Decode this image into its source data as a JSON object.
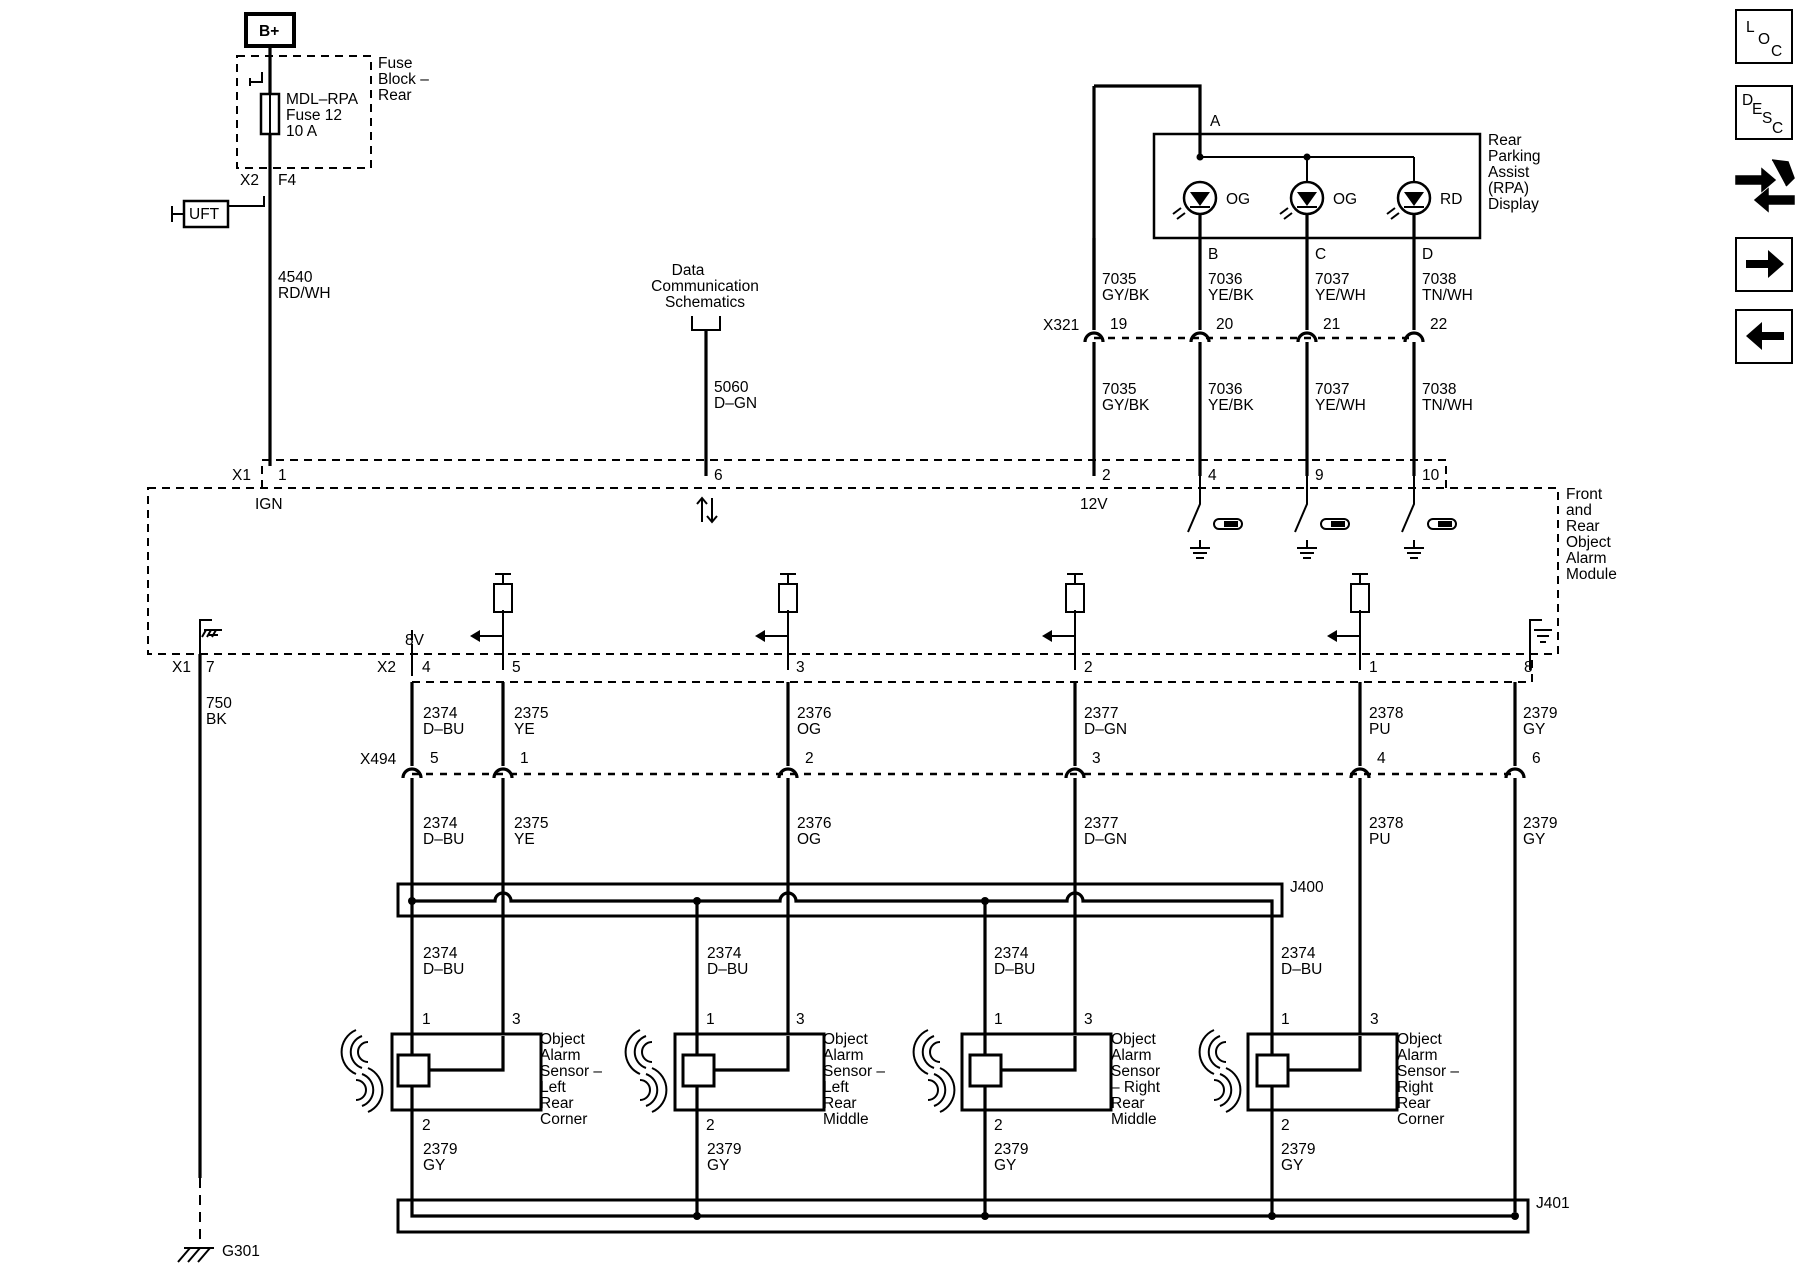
{
  "nav": {
    "loc": [
      "L",
      "O",
      "C"
    ],
    "desc": [
      "D",
      "E",
      "S",
      "C"
    ]
  },
  "power": {
    "bplus": "B+",
    "fuse_block": [
      "Fuse",
      "Block –",
      "Rear"
    ],
    "fuse_label": [
      "MDL–RPA",
      "Fuse 12",
      "10 A"
    ],
    "x2": "X2",
    "f4": "F4",
    "uft": "UFT",
    "wire": [
      "4540",
      "RD/WH"
    ]
  },
  "data_comm": {
    "title": [
      "Data",
      "Communication",
      "Schematics"
    ],
    "wire": [
      "5060",
      "D–GN"
    ]
  },
  "display": {
    "title": [
      "Rear",
      "Parking",
      "Assist",
      "(RPA)",
      "Display"
    ],
    "pin_a": "A",
    "leds": [
      {
        "pin": "B",
        "color": "OG"
      },
      {
        "pin": "C",
        "color": "OG"
      },
      {
        "pin": "D",
        "color": "RD"
      }
    ]
  },
  "x321": {
    "label": "X321",
    "pins": [
      "19",
      "20",
      "21",
      "22"
    ],
    "wires_top": [
      [
        "7035",
        "GY/BK"
      ],
      [
        "7036",
        "YE/BK"
      ],
      [
        "7037",
        "YE/WH"
      ],
      [
        "7038",
        "TN/WH"
      ]
    ],
    "wires_bottom": [
      [
        "7035",
        "GY/BK"
      ],
      [
        "7036",
        "YE/BK"
      ],
      [
        "7037",
        "YE/WH"
      ],
      [
        "7038",
        "TN/WH"
      ]
    ]
  },
  "module": {
    "title": [
      "Front",
      "and",
      "Rear",
      "Object",
      "Alarm",
      "Module"
    ],
    "x1": "X1",
    "x1_pins": [
      "1",
      "6",
      "2",
      "4",
      "9",
      "10"
    ],
    "ign": "IGN",
    "v12": "12V",
    "v8": "8V",
    "x1b": "X1",
    "ground_pin": "7",
    "x2": "X2",
    "x2_pins": [
      "4",
      "5",
      "3",
      "2",
      "1",
      "8"
    ]
  },
  "ground_wire": [
    "750",
    "BK"
  ],
  "ground_label": "G301",
  "x2_wires": [
    [
      "2374",
      "D–BU"
    ],
    [
      "2375",
      "YE"
    ],
    [
      "2376",
      "OG"
    ],
    [
      "2377",
      "D–GN"
    ],
    [
      "2378",
      "PU"
    ],
    [
      "2379",
      "GY"
    ]
  ],
  "x494": {
    "label": "X494",
    "pins": [
      "5",
      "1",
      "2",
      "3",
      "4",
      "6"
    ],
    "wires": [
      [
        "2374",
        "D–BU"
      ],
      [
        "2375",
        "YE"
      ],
      [
        "2376",
        "OG"
      ],
      [
        "2377",
        "D–GN"
      ],
      [
        "2378",
        "PU"
      ],
      [
        "2379",
        "GY"
      ]
    ]
  },
  "splices": {
    "j400": "J400",
    "j401": "J401"
  },
  "sensors": [
    {
      "name": [
        "Object",
        "Alarm",
        "Sensor –",
        "Left",
        "Rear",
        "Corner"
      ],
      "pin1": "1",
      "pin2": "2",
      "pin3": "3",
      "feed": [
        "2374",
        "D–BU"
      ],
      "gnd": [
        "2379",
        "GY"
      ]
    },
    {
      "name": [
        "Object",
        "Alarm",
        "Sensor –",
        "Left",
        "Rear",
        "Middle"
      ],
      "pin1": "1",
      "pin2": "2",
      "pin3": "3",
      "feed": [
        "2374",
        "D–BU"
      ],
      "gnd": [
        "2379",
        "GY"
      ]
    },
    {
      "name": [
        "Object",
        "Alarm",
        "Sensor",
        "– Right",
        "Rear",
        "Middle"
      ],
      "pin1": "1",
      "pin2": "2",
      "pin3": "3",
      "feed": [
        "2374",
        "D–BU"
      ],
      "gnd": [
        "2379",
        "GY"
      ]
    },
    {
      "name": [
        "Object",
        "Alarm",
        "Sensor –",
        "Right",
        "Rear",
        "Corner"
      ],
      "pin1": "1",
      "pin2": "2",
      "pin3": "3",
      "feed": [
        "2374",
        "D–BU"
      ],
      "gnd": [
        "2379",
        "GY"
      ]
    }
  ]
}
